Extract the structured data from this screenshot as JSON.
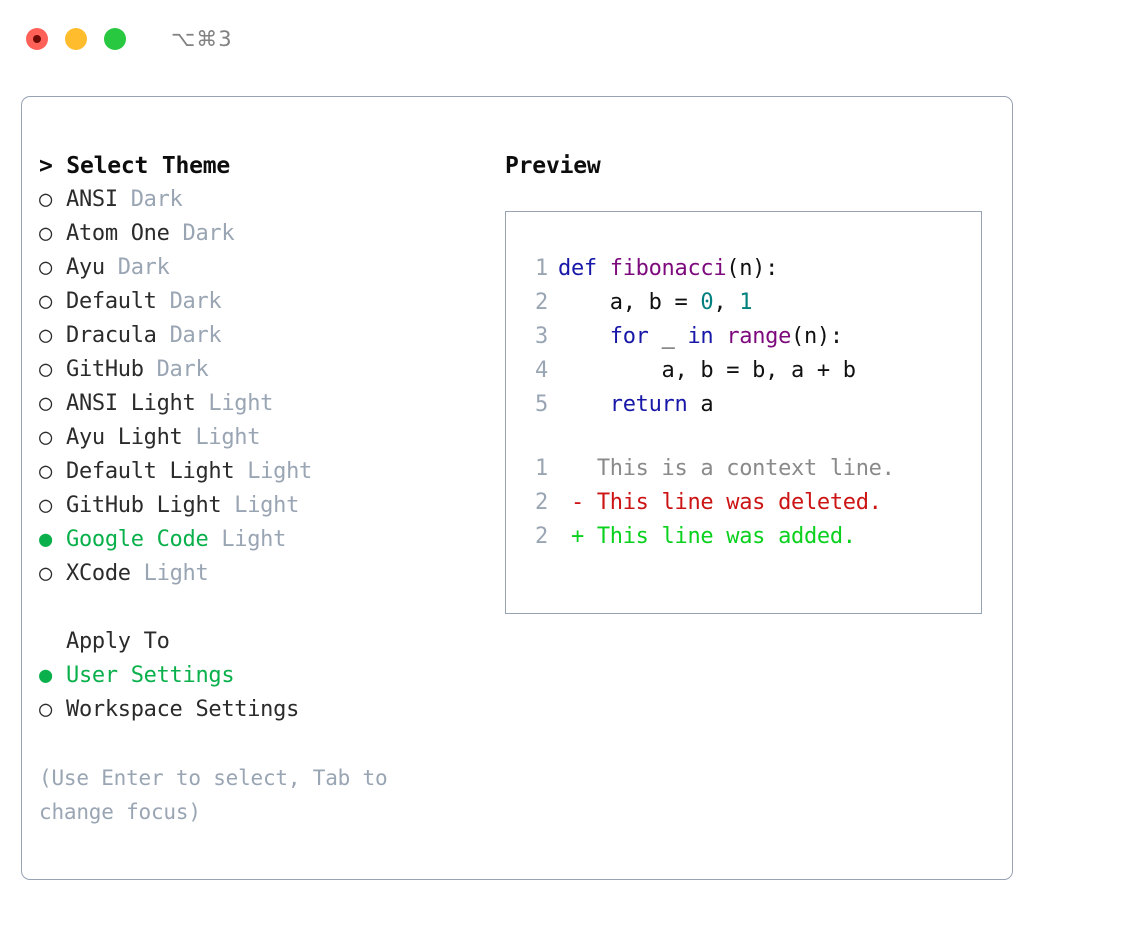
{
  "titlebar": {
    "buttons": [
      {
        "name": "close",
        "color": "#ff6159"
      },
      {
        "name": "minimize",
        "color": "#ffbd2e"
      },
      {
        "name": "zoom",
        "color": "#28c840"
      }
    ],
    "shortcut": "⌥⌘3"
  },
  "colors": {
    "selected_green": "#0ab04b",
    "muted": "#9aa5b4",
    "border": "#97a2b3",
    "keyword": "#1818a8",
    "function": "#7d0a7d",
    "number": "#00807e",
    "diff_context": "#8a8a8a",
    "diff_deleted": "#cc1414",
    "diff_added": "#0ad11e"
  },
  "left": {
    "heading": "> Select Theme",
    "markers": {
      "selected": "●",
      "unselected": "○"
    },
    "themes": [
      {
        "name": "ANSI",
        "variant": "Dark",
        "selected": false
      },
      {
        "name": "Atom One",
        "variant": "Dark",
        "selected": false
      },
      {
        "name": "Ayu",
        "variant": "Dark",
        "selected": false
      },
      {
        "name": "Default",
        "variant": "Dark",
        "selected": false
      },
      {
        "name": "Dracula",
        "variant": "Dark",
        "selected": false
      },
      {
        "name": "GitHub",
        "variant": "Dark",
        "selected": false
      },
      {
        "name": "ANSI Light",
        "variant": "Light",
        "selected": false
      },
      {
        "name": "Ayu Light",
        "variant": "Light",
        "selected": false
      },
      {
        "name": "Default Light",
        "variant": "Light",
        "selected": false
      },
      {
        "name": "GitHub Light",
        "variant": "Light",
        "selected": false
      },
      {
        "name": "Google Code",
        "variant": "Light",
        "selected": true
      },
      {
        "name": "XCode",
        "variant": "Light",
        "selected": false
      }
    ],
    "apply_to": {
      "heading": "Apply To",
      "options": [
        {
          "name": "User Settings",
          "selected": true
        },
        {
          "name": "Workspace Settings",
          "selected": false
        }
      ]
    },
    "hint": "(Use Enter to select, Tab to change focus)"
  },
  "right": {
    "title": "Preview",
    "code": [
      {
        "lineno": "1",
        "tokens": [
          {
            "t": "def ",
            "c": "kw"
          },
          {
            "t": "fibonacci",
            "c": "fn"
          },
          {
            "t": "(n):",
            "c": "plain"
          }
        ]
      },
      {
        "lineno": "2",
        "tokens": [
          {
            "t": "    a, b = ",
            "c": "plain"
          },
          {
            "t": "0",
            "c": "num"
          },
          {
            "t": ", ",
            "c": "plain"
          },
          {
            "t": "1",
            "c": "num"
          }
        ]
      },
      {
        "lineno": "3",
        "tokens": [
          {
            "t": "    ",
            "c": "plain"
          },
          {
            "t": "for",
            "c": "kw"
          },
          {
            "t": " _ ",
            "c": "plain"
          },
          {
            "t": "in",
            "c": "kw"
          },
          {
            "t": " ",
            "c": "plain"
          },
          {
            "t": "range",
            "c": "fn"
          },
          {
            "t": "(n):",
            "c": "plain"
          }
        ]
      },
      {
        "lineno": "4",
        "tokens": [
          {
            "t": "        a, b = b, a + b",
            "c": "plain"
          }
        ]
      },
      {
        "lineno": "5",
        "tokens": [
          {
            "t": "    ",
            "c": "plain"
          },
          {
            "t": "return",
            "c": "kw"
          },
          {
            "t": " a",
            "c": "plain"
          }
        ]
      }
    ],
    "diff": [
      {
        "lineno": "1",
        "sign": " ",
        "text": "This is a context line.",
        "kind": "ctx"
      },
      {
        "lineno": "2",
        "sign": "-",
        "text": "This line was deleted.",
        "kind": "del"
      },
      {
        "lineno": "2",
        "sign": "+",
        "text": "This line was added.",
        "kind": "add"
      }
    ]
  }
}
